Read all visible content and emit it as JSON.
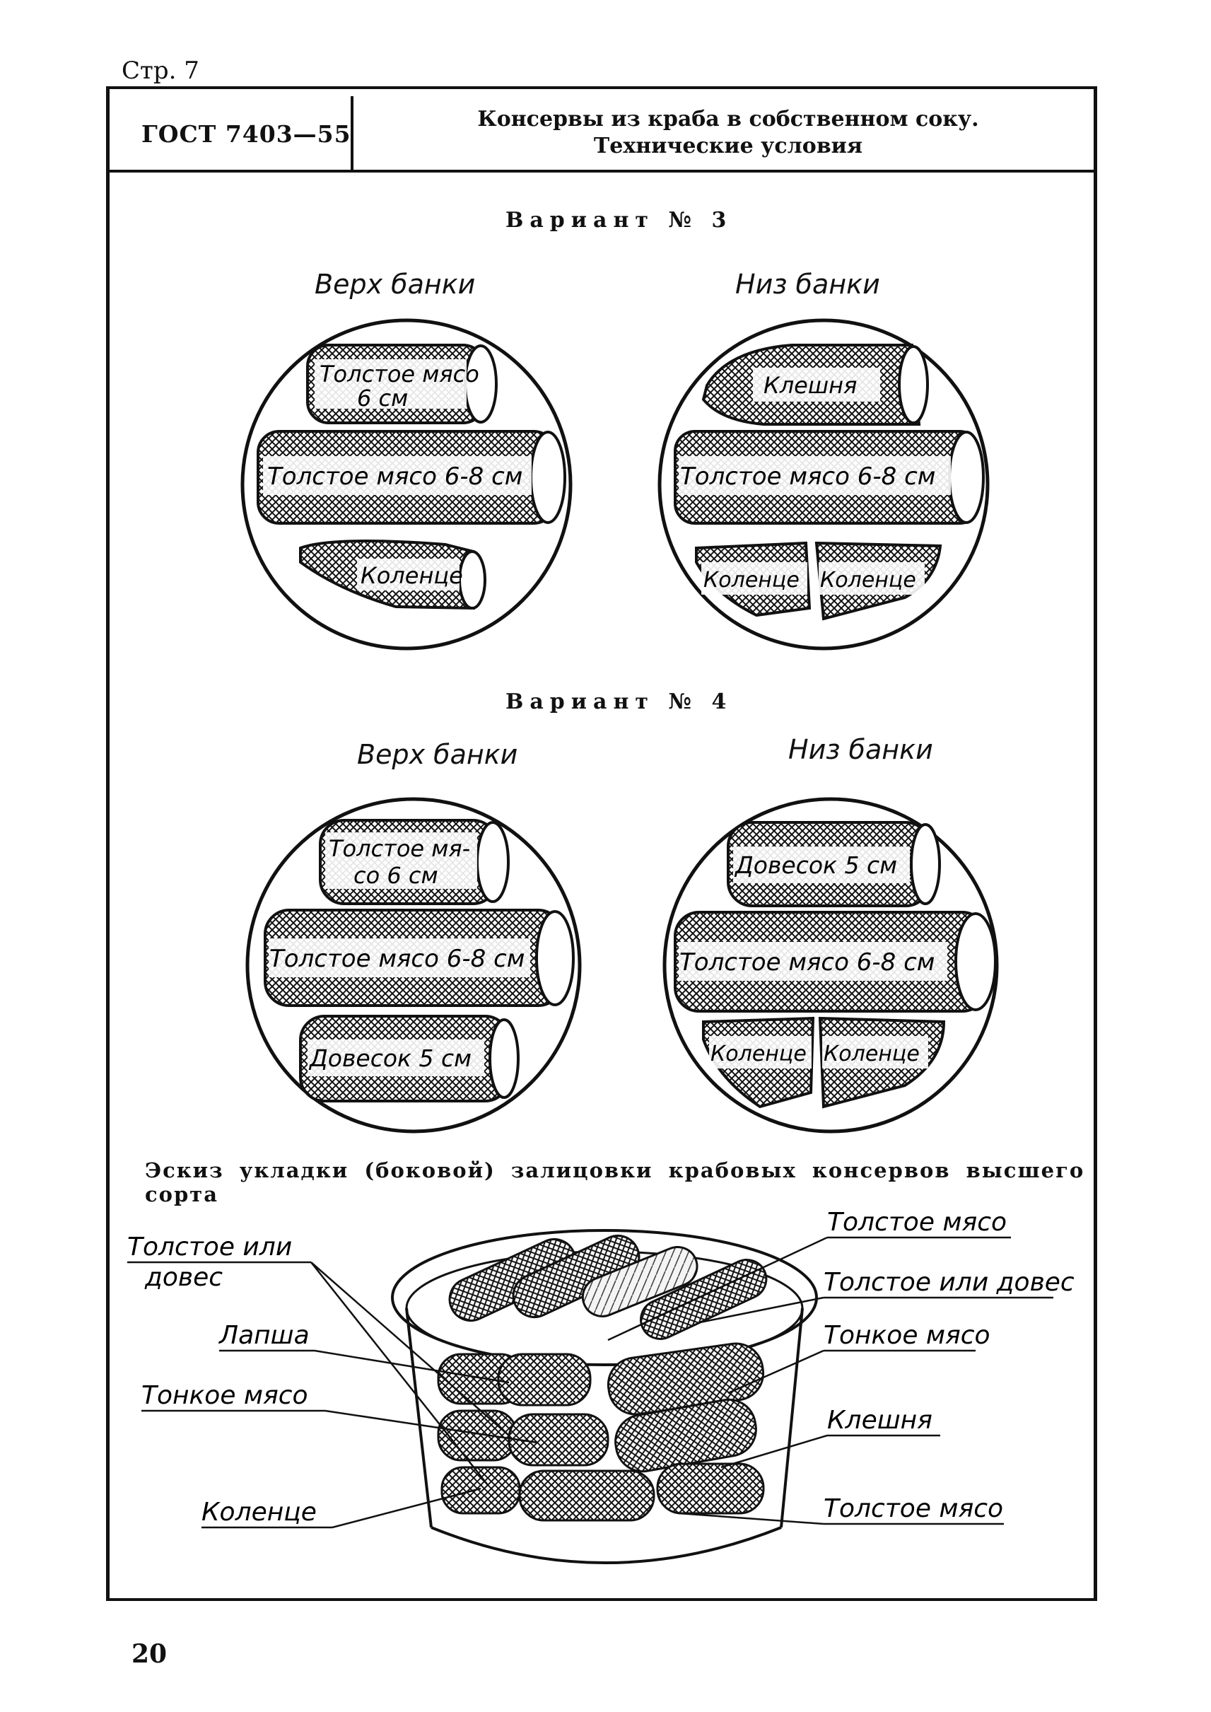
{
  "page": {
    "number_top": "Стр. 7",
    "number_bottom": "20"
  },
  "header": {
    "standard": "ГОСТ 7403—55",
    "title_line1": "Консервы из краба в собственном соку.",
    "title_line2": "Технические условия"
  },
  "variant3": {
    "title": "Вариант № 3",
    "top_caption": "Верх банки",
    "bottom_caption": "Низ банки",
    "top_pieces": [
      "Толстое мясо",
      "6 см",
      "Толстое мясо 6-8 см",
      "Коленце"
    ],
    "bottom_pieces": [
      "Клешня",
      "Толстое мясо 6-8 см",
      "Коленце",
      "Коленце"
    ]
  },
  "variant4": {
    "title": "Вариант № 4",
    "top_caption": "Верх банки",
    "bottom_caption": "Низ банки",
    "top_pieces": [
      "Толстое мя-",
      "со 6 см",
      "Толстое мясо 6-8 см",
      "Довесок 5 см"
    ],
    "bottom_pieces": [
      "Довесок 5 см",
      "Толстое мясо 6-8 см",
      "Коленце",
      "Коленце"
    ]
  },
  "sketch": {
    "title": "Эскиз укладки (боковой) залицовки крабовых консервов высшего сорта",
    "left_labels": [
      "Толстое или",
      "довес",
      "Лапша",
      "Тонкое мясо",
      "Коленце"
    ],
    "right_labels": [
      "Толстое мясо",
      "Толстое или довес",
      "Тонкое мясо",
      "Клешня",
      "Толстое мясо"
    ]
  }
}
